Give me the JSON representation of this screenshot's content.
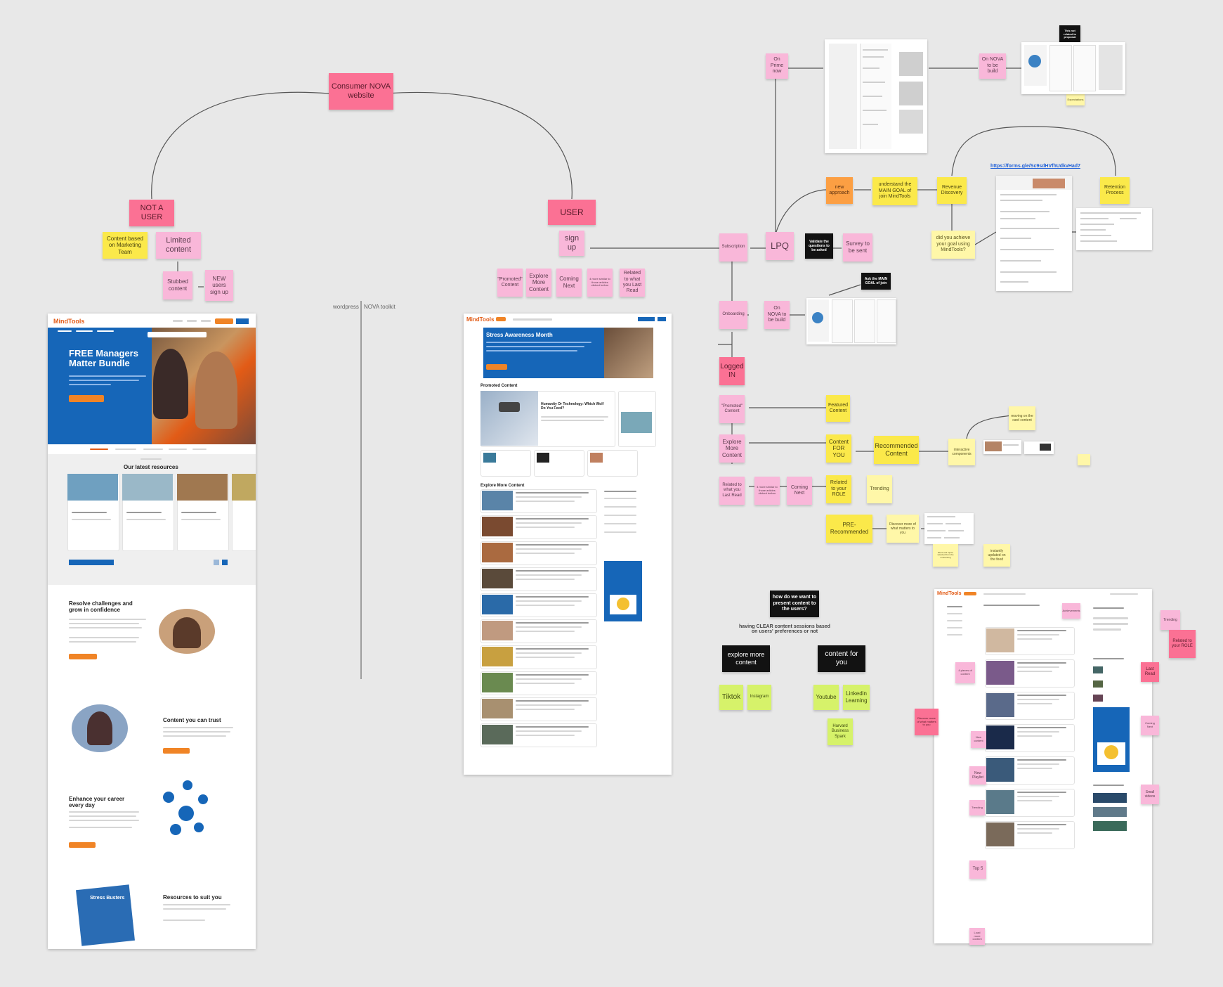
{
  "colors": {
    "background": "#e8e8e8",
    "pink_note": "#f9b7d9",
    "rose_note": "#fb7194",
    "yellow_note": "#fbe94a",
    "orange_note": "#fc9f43",
    "green_note": "#d6f26a",
    "brand_orange": "#e25b16",
    "brand_blue": "#1666b8"
  },
  "root": {
    "consumer": "Consumer NOVA website"
  },
  "branches": {
    "not_user": "NOT A USER",
    "user": "USER",
    "content_marketing": "Content based on Marketing Team",
    "limited": "Limited content",
    "stubbed": "Stubbed content",
    "new_users": "NEW users sign up",
    "sign_up": "sign up",
    "promoted": "\"Promoted\" Content",
    "explore": "Explore More Content",
    "coming": "Coming Next",
    "small_4": "4 more similar to those articles clicked before",
    "related": "Related to what you Last Read"
  },
  "labels": {
    "wordpress": "wordpress",
    "toolkit": "NOVA toolkit"
  },
  "flow": {
    "on_prime": "On Prime now",
    "on_nova_top": "On NOVA to be build",
    "subscription": "Subscription",
    "lpq": "LPQ",
    "validate": "Validate the questions to be asked",
    "survey": "Survey to be sent",
    "new_approach": "new approach",
    "understand": "understand the MAIN GOAL of join MindTools",
    "revenue": "Revenue Discovery",
    "retention": "Retention Process",
    "did_you": "did you achieve your goal using MindTools?",
    "forms_link": "https://forms.gle/Sc9sdHVfhUdkvHad7",
    "ask_main": "Ask the MAIN GOAL of join",
    "onboarding": "Onboarding",
    "on_nova_mid": "On NOVA to be build",
    "logged_in": "Logged IN",
    "this_not": "This not related to proposal",
    "expectations": "Expectations"
  },
  "logged": {
    "promoted": "\"Promoted\" Content",
    "featured": "Featured Content",
    "explore": "Explore More Content",
    "content_for_you": "Content FOR YOU",
    "recommended": "Recommended Content",
    "interactive": "interactive components",
    "moving": "moving on the card content",
    "related_last": "Related to what you Last Read",
    "small_4": "4 more similar to those articles clicked before",
    "coming": "Coming Next",
    "related_role": "Related to your ROLE",
    "trending": "Trending",
    "pre_rec": "PRE-Recommended",
    "discover": "Discover more of what matters to you",
    "filter_note": "filters and topics selected from the onboarding",
    "instantly": "instantly updated on the feed"
  },
  "sessions": {
    "question": "how do we want to present content to the users?",
    "caption": "having CLEAR content sessions based on users' preferences or not",
    "explore": "explore more content",
    "for_you": "content for you",
    "tiktok": "Tiktok",
    "instagram": "Instagram",
    "youtube": "Youtube",
    "linkedin": "Linkedin Learning",
    "harvard": "Harvard Business Spark"
  },
  "right_notes": {
    "related_role": "Related to your ROLE",
    "trending": "Trending",
    "last_read": "Last Read",
    "coming_next": "Coming Next",
    "small_videos": "Small videos",
    "4_pieces": "4 pieces of content",
    "discover": "Discover more of what matters to you",
    "new_content": "New content",
    "new_playlist": "New Playlist",
    "trending_mini": "Trending",
    "top5": "Top 5",
    "load_more": "Load more content",
    "achievements": "Achievements"
  },
  "mock_left": {
    "logo": "MindTools",
    "hero": "FREE Managers Matter Bundle",
    "latest": "Our latest resources",
    "resolve": "Resolve challenges and grow in confidence",
    "trust": "Content you can trust",
    "enhance": "Enhance your career every day",
    "resources": "Resources to suit you",
    "busters": "Stress Busters"
  },
  "mock_mid": {
    "logo": "MindTools",
    "hero": "Stress Awareness Month",
    "promoted": "Promoted Content",
    "explore": "Explore More Content",
    "feature": "Humanity Or Technology: Which Wolf Do You Feed?"
  },
  "mock_right": {
    "logo": "MindTools"
  }
}
